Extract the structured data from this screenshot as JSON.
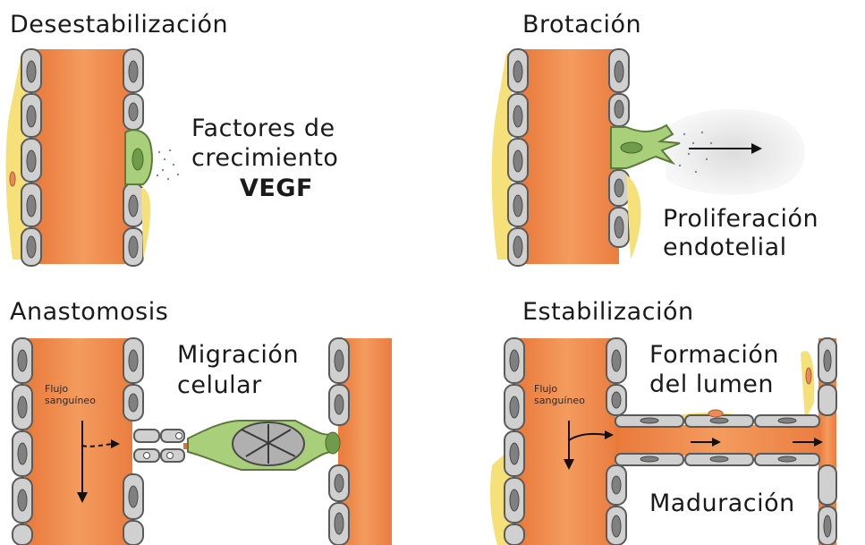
{
  "panels": {
    "desestabilizacion": {
      "title": "Desestabilización",
      "label_line1": "Factores de",
      "label_line2": "crecimiento",
      "label_line3": "VEGF"
    },
    "brotacion": {
      "title": "Brotación",
      "label_line1": "Proliferación",
      "label_line2": "endotelial"
    },
    "anastomosis": {
      "title": "Anastomosis",
      "label_line1": "Migración",
      "label_line2": "celular",
      "flow_line1": "Flujo",
      "flow_line2": "sanguíneo"
    },
    "estabilizacion": {
      "title": "Estabilización",
      "label_line1": "Formación",
      "label_line2": "del lumen",
      "label_line3": "Maduración",
      "flow_line1": "Flujo",
      "flow_line2": "sanguíneo"
    }
  },
  "colors": {
    "vessel": "#f08c4a",
    "cell": "#d0d0d0",
    "nucleus": "#808080",
    "pericyte": "#f6e07a",
    "tip_cell": "#a9cf7a",
    "ecm": "#c8c8c8"
  }
}
